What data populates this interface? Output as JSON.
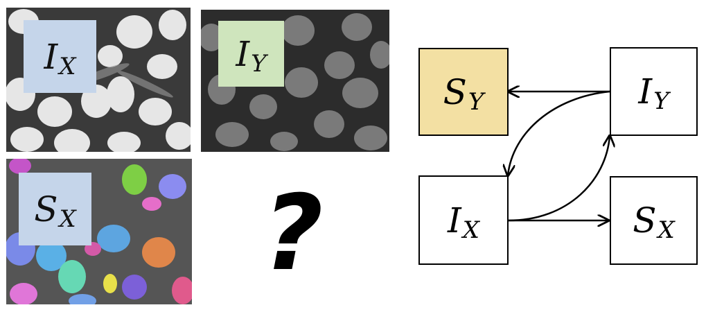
{
  "panels": {
    "ix": {
      "label_main": "I",
      "label_sub": "X",
      "label_bg": "#c5d5ea"
    },
    "iy": {
      "label_main": "I",
      "label_sub": "Y",
      "label_bg": "#cfe5bd"
    },
    "sx": {
      "label_main": "S",
      "label_sub": "X",
      "label_bg": "#c5d5ea"
    }
  },
  "question": {
    "text": "?"
  },
  "graph": {
    "nodes": {
      "sy": {
        "main": "S",
        "sub": "Y",
        "fill": "#f3e0a3"
      },
      "iy": {
        "main": "I",
        "sub": "Y",
        "fill": "#ffffff"
      },
      "ix": {
        "main": "I",
        "sub": "X",
        "fill": "#ffffff"
      },
      "sx": {
        "main": "S",
        "sub": "X",
        "fill": "#ffffff"
      }
    },
    "edges": [
      {
        "from": "iy",
        "to": "sy"
      },
      {
        "from": "iy",
        "to": "ix"
      },
      {
        "from": "ix",
        "to": "iy"
      },
      {
        "from": "ix",
        "to": "sx"
      }
    ]
  }
}
